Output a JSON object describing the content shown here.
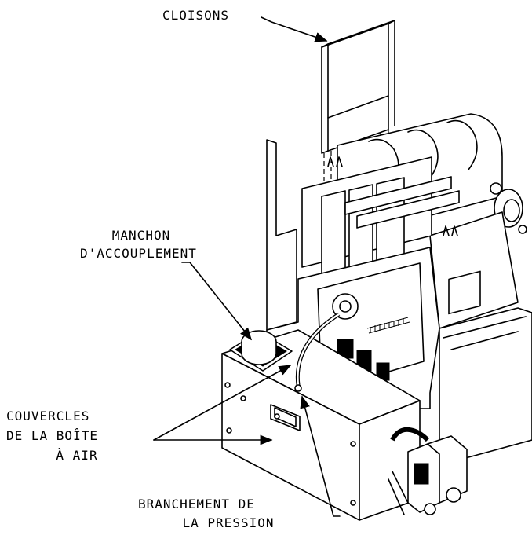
{
  "labels": {
    "cloisons": "CLOISONS",
    "manchon_line1": "MANCHON",
    "manchon_line2": "D'ACCOUPLEMENT",
    "couvercles_line1": "COUVERCLES",
    "couvercles_line2": "DE LA BOÎTE",
    "couvercles_line3": "À AIR",
    "branchement_line1": "BRANCHEMENT DE",
    "branchement_line2": "LA PRESSION"
  }
}
